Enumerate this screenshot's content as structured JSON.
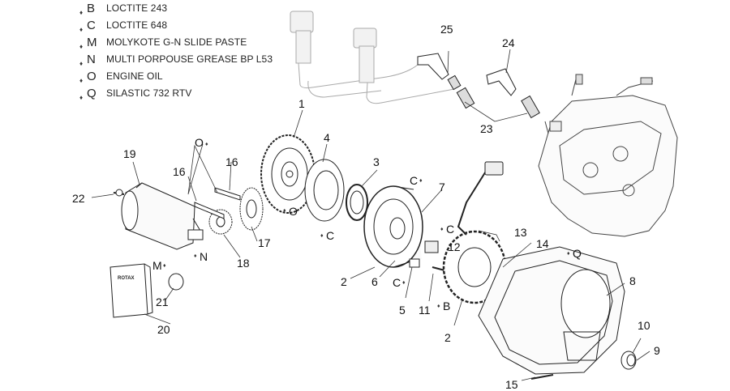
{
  "legend": [
    {
      "code": "B",
      "text": "LOCTITE 243"
    },
    {
      "code": "C",
      "text": "LOCTITE 648"
    },
    {
      "code": "M",
      "text": "MOLYKOTE G-N SLIDE PASTE"
    },
    {
      "code": "N",
      "text": "MULTI PORPOUSE GREASE BP L53"
    },
    {
      "code": "O",
      "text": "ENGINE OIL"
    },
    {
      "code": "Q",
      "text": "SILASTIC 732 RTV"
    }
  ],
  "drop_symbol": "♦",
  "parts": {
    "p1": "1",
    "p2a": "2",
    "p2b": "2",
    "p3": "3",
    "p4": "4",
    "p5": "5",
    "p6": "6",
    "p7": "7",
    "p8": "8",
    "p9": "9",
    "p10": "10",
    "p11": "11",
    "p12": "12",
    "p13": "13",
    "p14": "14",
    "p15": "15",
    "p16a": "16",
    "p16b": "16",
    "p17": "17",
    "p18": "18",
    "p19": "19",
    "p20": "20",
    "p21": "21",
    "p22": "22",
    "p23": "23",
    "p24": "24",
    "p25": "25"
  },
  "codes": {
    "c_o1": "O",
    "c_o2": "O",
    "c_m": "M",
    "c_n": "N",
    "c_c1": "C",
    "c_c2": "C",
    "c_c3": "C",
    "c_c4": "C",
    "c_b": "B",
    "c_q": "Q"
  },
  "booklet_brand": "ROTAX"
}
